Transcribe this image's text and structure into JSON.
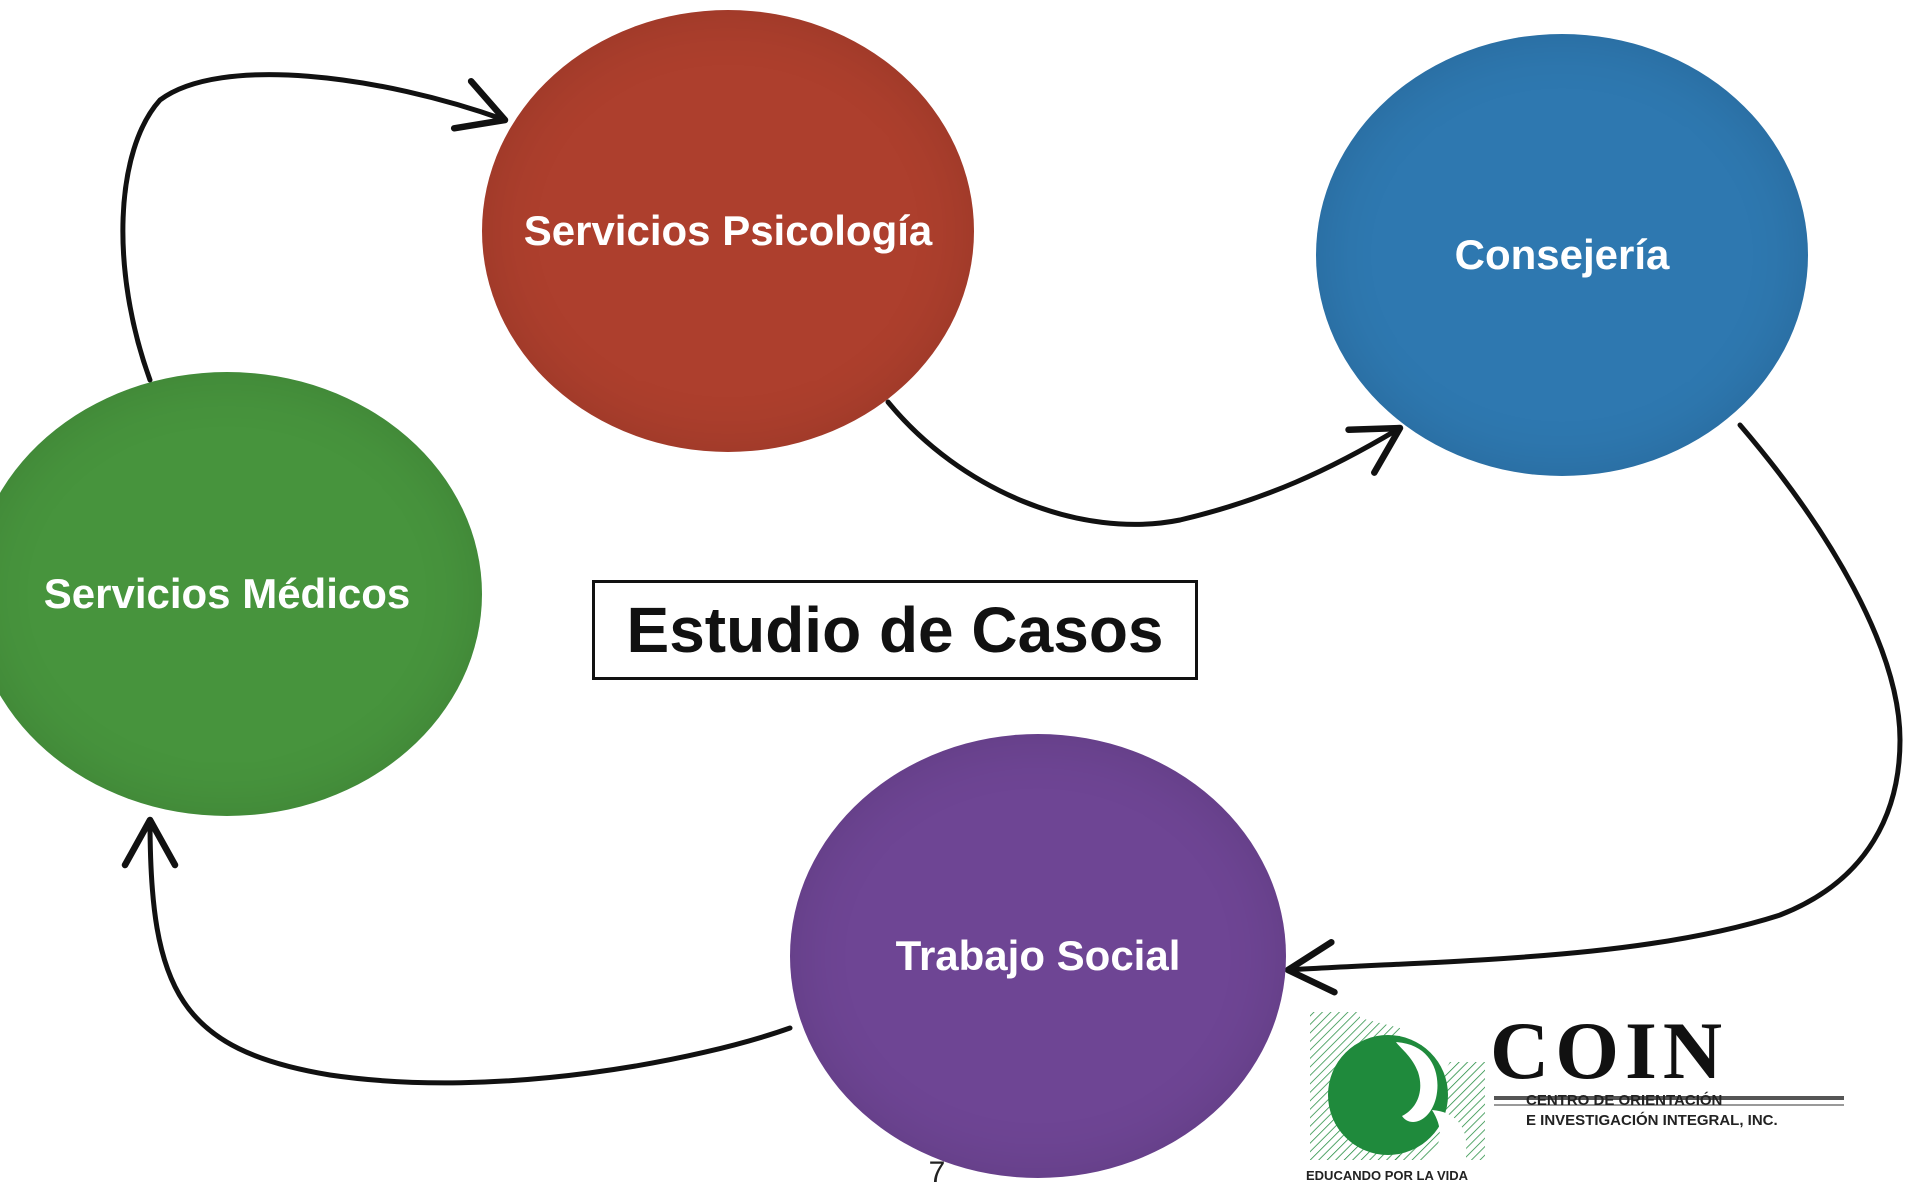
{
  "nodes": {
    "psicologia": {
      "label": "Servicios Psicología",
      "color": "#ad3f2d"
    },
    "consejeria": {
      "label": "Consejería",
      "color": "#2e78b0"
    },
    "medicos": {
      "label": "Servicios Médicos",
      "color": "#47943d"
    },
    "trabajo_social": {
      "label": "Trabajo Social",
      "color": "#6e4594"
    }
  },
  "title": "Estudio de Casos",
  "page_number": "7",
  "logo": {
    "wordmark": "COIN",
    "subtitle_line1": "CENTRO DE ORIENTACIÓN",
    "subtitle_line2": "E INVESTIGACIÓN INTEGRAL, INC.",
    "tagline": "EDUCANDO POR LA VIDA",
    "colors": {
      "green": "#1f8a3c",
      "text": "#111111"
    }
  },
  "flow": [
    {
      "from": "Servicios Médicos",
      "to": "Servicios Psicología"
    },
    {
      "from": "Servicios Psicología",
      "to": "Consejería"
    },
    {
      "from": "Consejería",
      "to": "Trabajo Social"
    },
    {
      "from": "Trabajo Social",
      "to": "Servicios Médicos"
    }
  ]
}
